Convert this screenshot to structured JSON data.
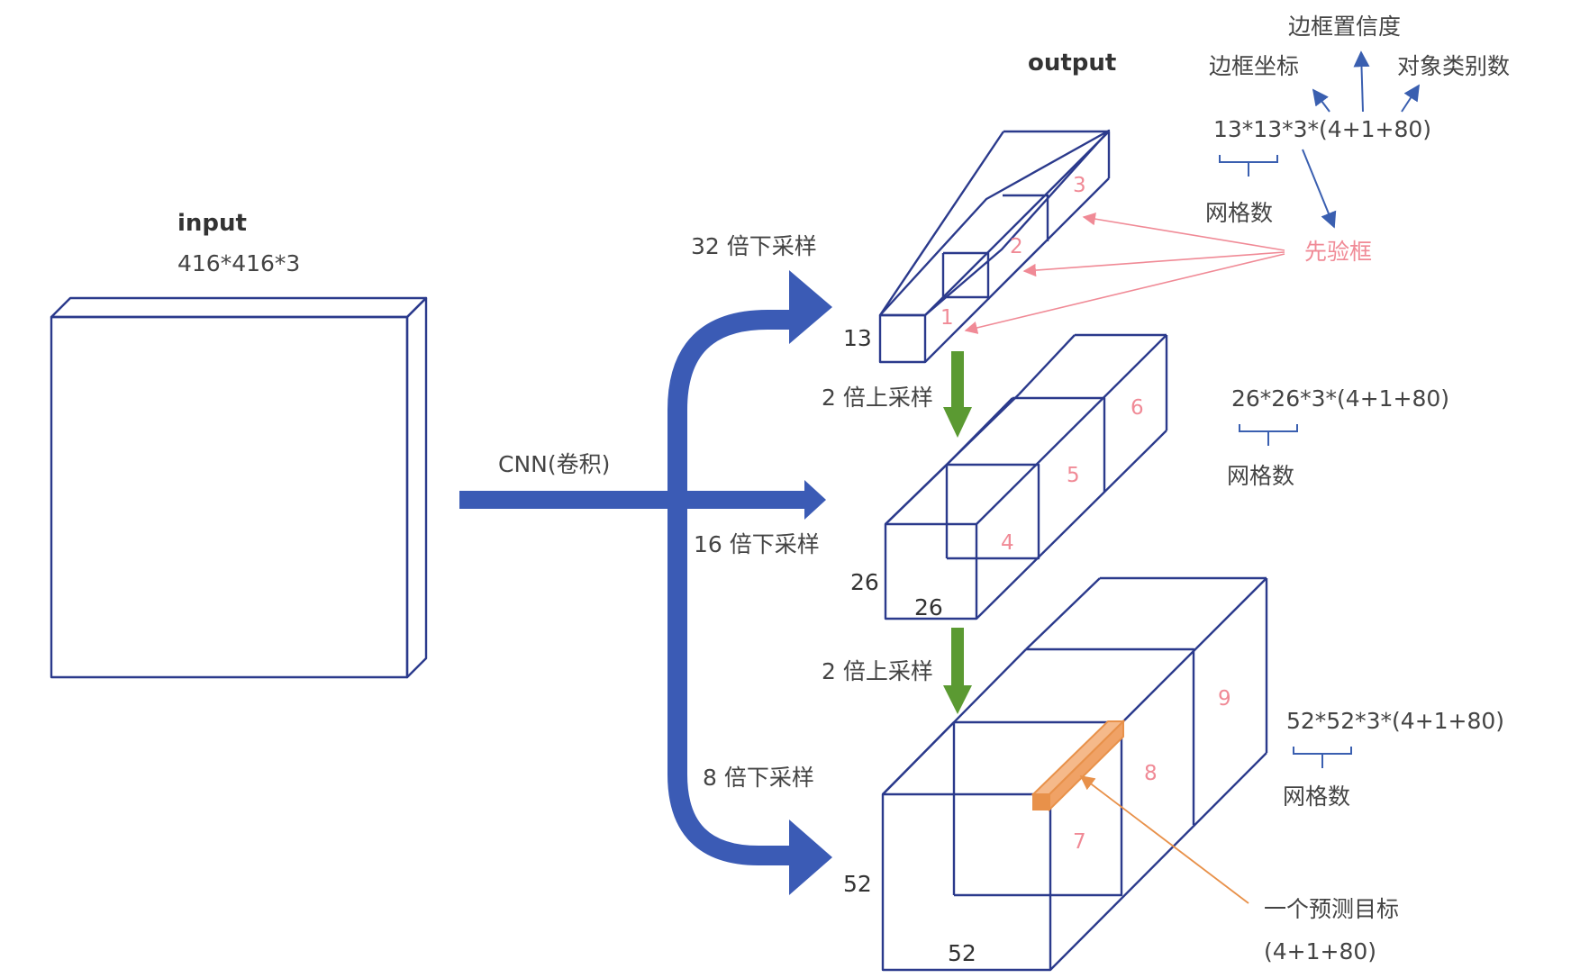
{
  "colors": {
    "box_stroke": "#2b3a8c",
    "cnn_arrow": "#3b5bb5",
    "upsample_arrow": "#5b9a32",
    "anchor_pink": "#f08a96",
    "target_orange": "#e8914a",
    "target_fill": "#f5b98a",
    "brace_blue": "#3a5fb0",
    "text_dark": "#333333",
    "text_gray": "#444444"
  },
  "input": {
    "title": "input",
    "size": "416*416*3"
  },
  "cnn": {
    "label": "CNN(卷积)"
  },
  "downsample": {
    "x32": "32 倍下采样",
    "x16": "16 倍下采样",
    "x8": "8 倍下采样"
  },
  "upsample": {
    "first": "2 倍上采样",
    "second": "2 倍上采样"
  },
  "output": {
    "title": "output",
    "box_label": "边框坐标",
    "confidence_label": "边框置信度",
    "class_label": "对象类别数",
    "anchor_label": "先验框",
    "scales": [
      {
        "formula": "13*13*3*(4+1+80)",
        "grid_label": "网格数",
        "side": "13"
      },
      {
        "formula": "26*26*3*(4+1+80)",
        "grid_label": "网格数",
        "side": "26",
        "depth": "26"
      },
      {
        "formula": "52*52*3*(4+1+80)",
        "grid_label": "网格数",
        "side": "52",
        "depth": "52"
      }
    ],
    "anchors": [
      "1",
      "2",
      "3",
      "4",
      "5",
      "6",
      "7",
      "8",
      "9"
    ],
    "prediction": {
      "label": "一个预测目标",
      "formula": "(4+1+80)"
    }
  }
}
